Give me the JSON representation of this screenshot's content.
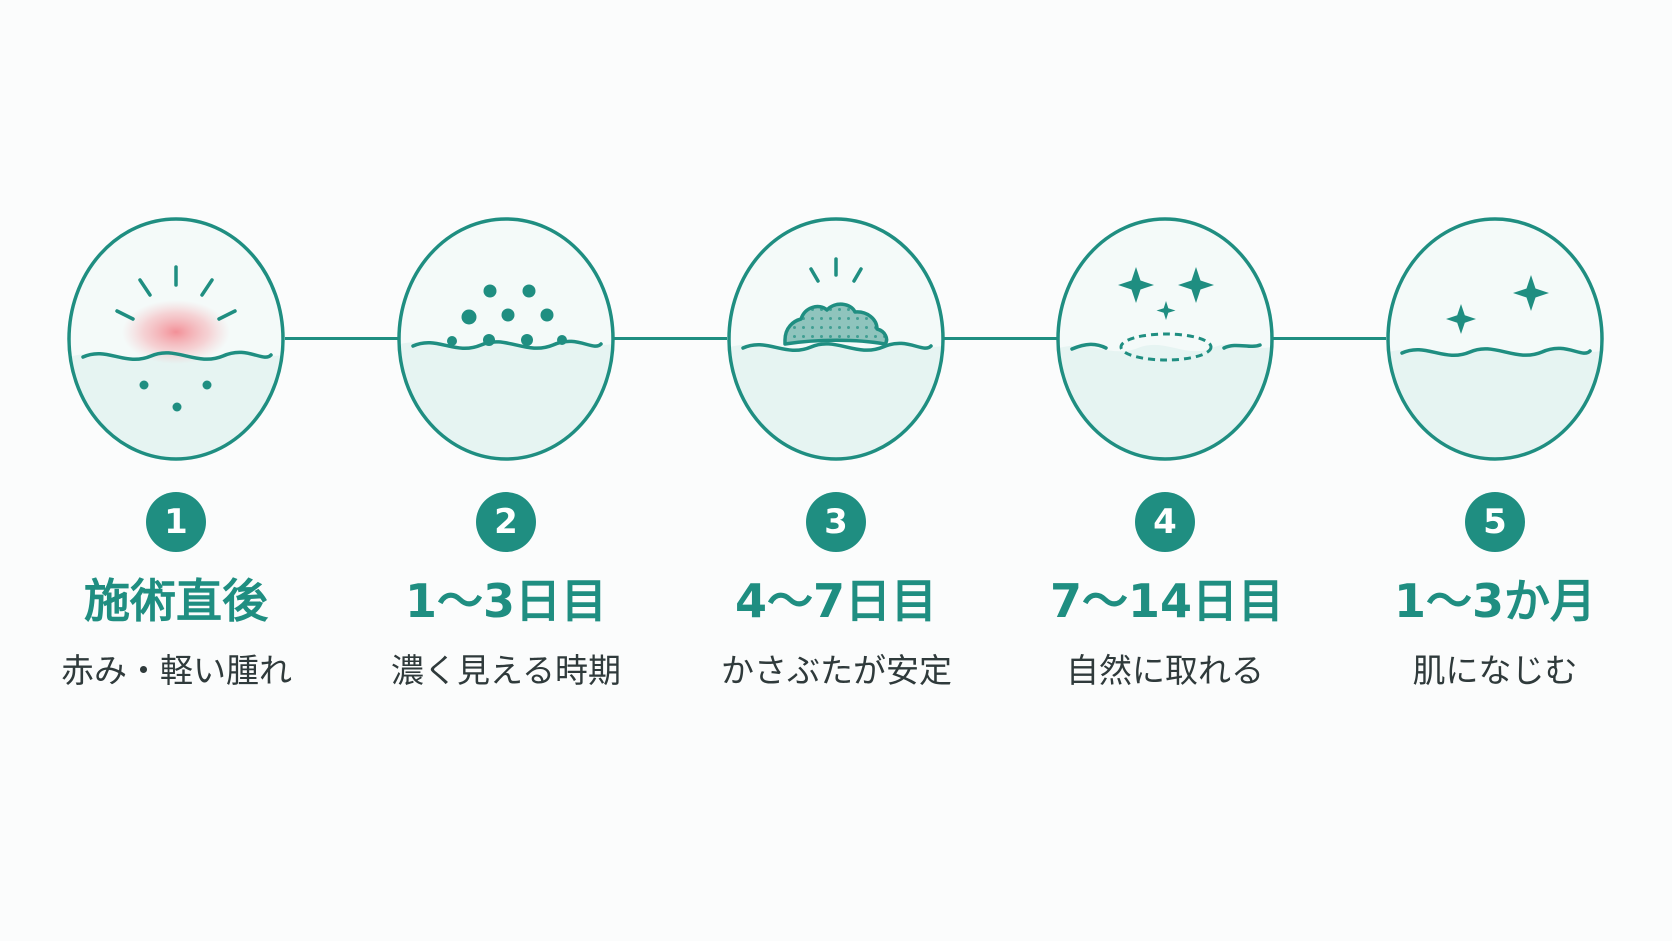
{
  "colors": {
    "accent": "#1f8e81",
    "accent_light": "#eaf6f5",
    "redness": "#f27d86",
    "text": "#2f3a3b",
    "background": "#fbfcfc"
  },
  "steps": [
    {
      "number": "1",
      "title": "施術直後",
      "description": "赤み・軽い腫れ",
      "icon": "redness-swelling-icon"
    },
    {
      "number": "2",
      "title": "1〜3日目",
      "description": "濃く見える時期",
      "icon": "darkening-dots-icon"
    },
    {
      "number": "3",
      "title": "4〜7日目",
      "description": "かさぶたが安定",
      "icon": "scab-icon"
    },
    {
      "number": "4",
      "title": "7〜14日目",
      "description": "自然に取れる",
      "icon": "scab-falling-off-icon"
    },
    {
      "number": "5",
      "title": "1〜3か月",
      "description": "肌になじむ",
      "icon": "healed-skin-sparkle-icon"
    }
  ]
}
